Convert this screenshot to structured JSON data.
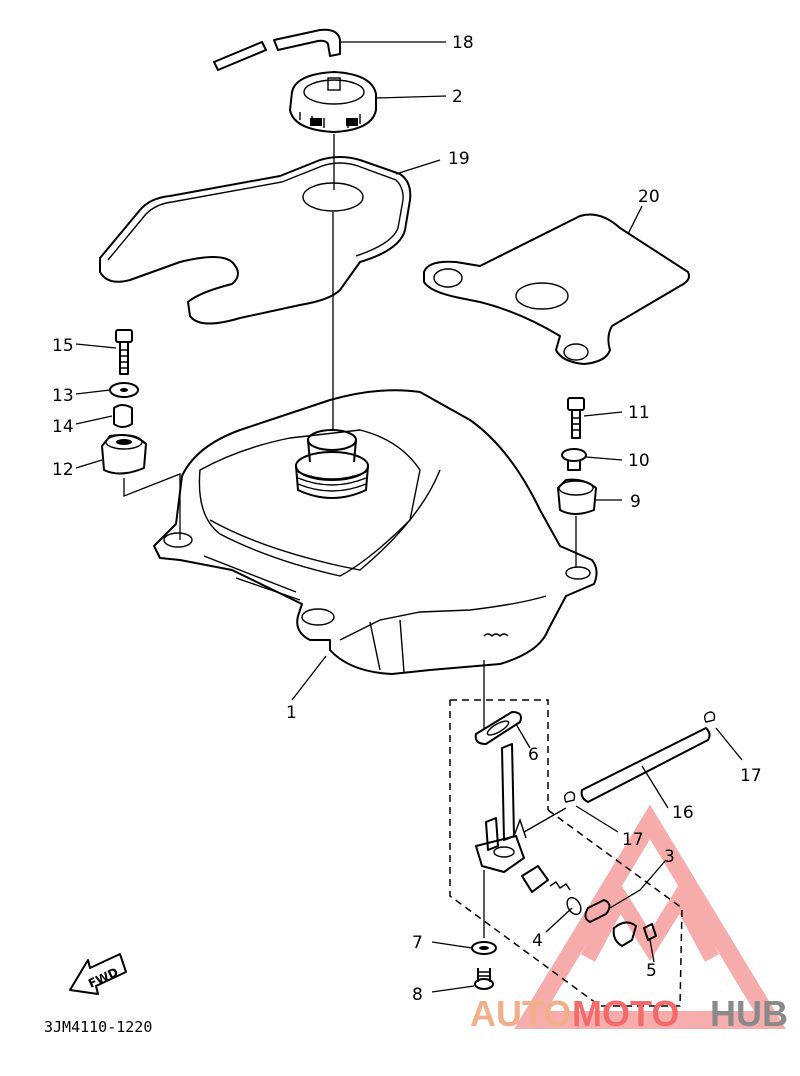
{
  "diagram": {
    "part_labels": {
      "p1": "1",
      "p2": "2",
      "p3": "3",
      "p4": "4",
      "p5": "5",
      "p6": "6",
      "p7": "7",
      "p8": "8",
      "p9": "9",
      "p10": "10",
      "p11": "11",
      "p12": "12",
      "p13": "13",
      "p14": "14",
      "p15": "15",
      "p16": "16",
      "p17a": "17",
      "p17b": "17",
      "p18": "18",
      "p19": "19",
      "p20": "20"
    },
    "direction_label": "FWD",
    "drawing_code": "3JM4110-1220"
  },
  "watermark": {
    "auto": "AUTO",
    "moto": "MOTO",
    "hub": "HUB",
    "colors": {
      "auto": "#f2b08a",
      "moto": "#f26a6a",
      "hub": "#8a8a8a",
      "logo": "#f26a6a"
    }
  }
}
